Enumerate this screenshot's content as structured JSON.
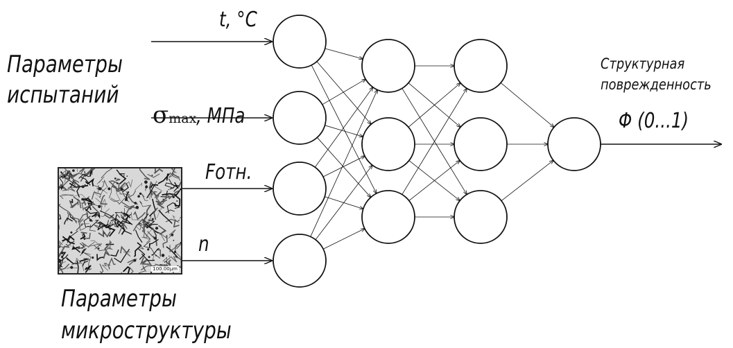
{
  "labels": {
    "test_params": [
      "Параметры",
      "испытаний"
    ],
    "micro_params": [
      "Параметры",
      "микроструктуры"
    ],
    "input_t": "t, °C",
    "input_sigma_symbol": "σ",
    "input_sigma_sub": "max",
    "input_sigma_unit": ", МПа",
    "input_f": "Fотн.",
    "input_n": "n",
    "output_title": [
      "Структурная",
      "поврежденность"
    ],
    "output_range": "Φ (0...1)",
    "scale_bar": "100.00µm"
  },
  "network": {
    "layers": [
      4,
      3,
      3,
      1
    ]
  }
}
